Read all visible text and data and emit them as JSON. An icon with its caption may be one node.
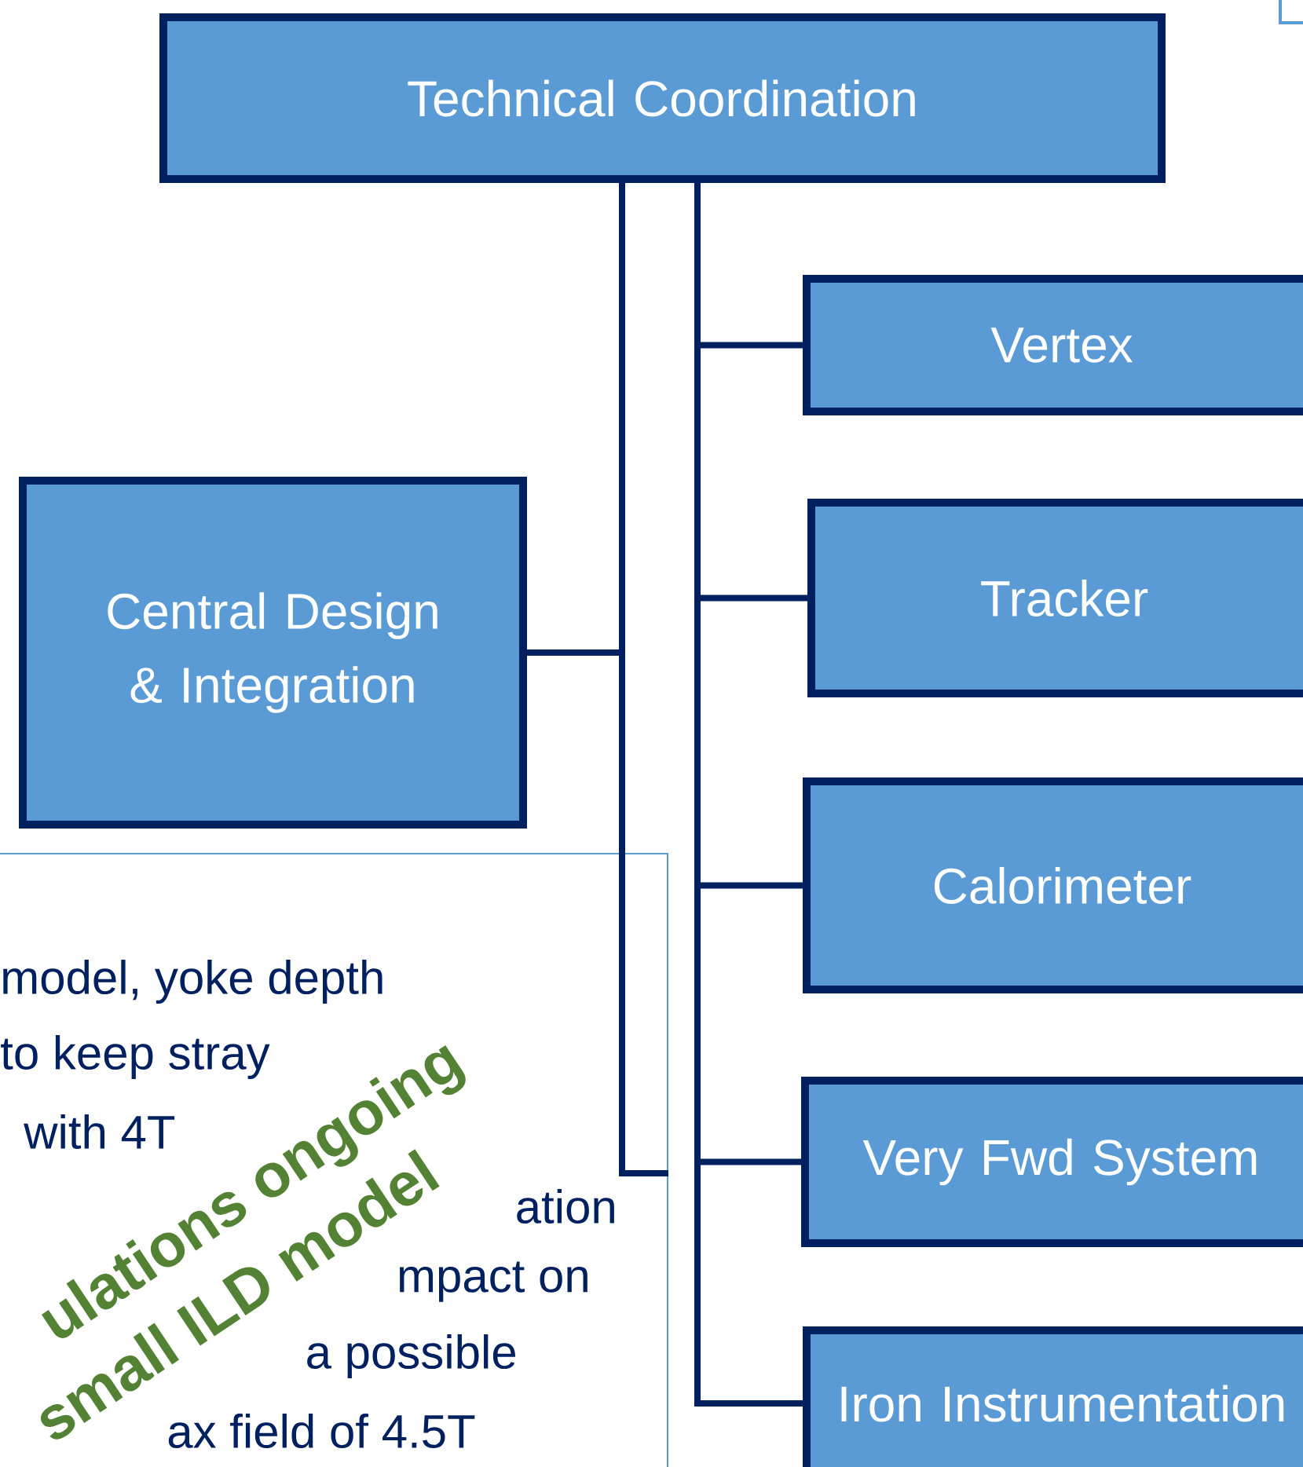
{
  "diagram": {
    "nodes": [
      {
        "text": [
          "Technical Coordination"
        ]
      },
      {
        "text": [
          "Central Design & Integration"
        ]
      },
      {
        "text": [
          "Vertex"
        ]
      },
      {
        "text": [
          "Tracker"
        ]
      },
      {
        "text": [
          "Calorimeter"
        ]
      },
      {
        "text": [
          "Very Fwd System"
        ]
      },
      {
        "text": [
          "Iron Instrumentation"
        ]
      },
      {
        "text": [
          "model, yoke depth",
          "to keep stray",
          "with 4T",
          "ation",
          "mpact on",
          "a possible",
          "ax field of 4.5T"
        ]
      }
    ],
    "edges": [
      {
        "from": 0,
        "to": 1,
        "arrow": "none"
      },
      {
        "from": 0,
        "to": 2,
        "arrow": "none"
      },
      {
        "from": 0,
        "to": 3,
        "arrow": "none"
      },
      {
        "from": 0,
        "to": 4,
        "arrow": "none"
      },
      {
        "from": 0,
        "to": 5,
        "arrow": "none"
      },
      {
        "from": 0,
        "to": 6,
        "arrow": "none"
      },
      {
        "from": 0,
        "to": 7,
        "arrow": "none"
      }
    ],
    "labels": [
      "ulations ongoing",
      "small ILD model"
    ]
  }
}
